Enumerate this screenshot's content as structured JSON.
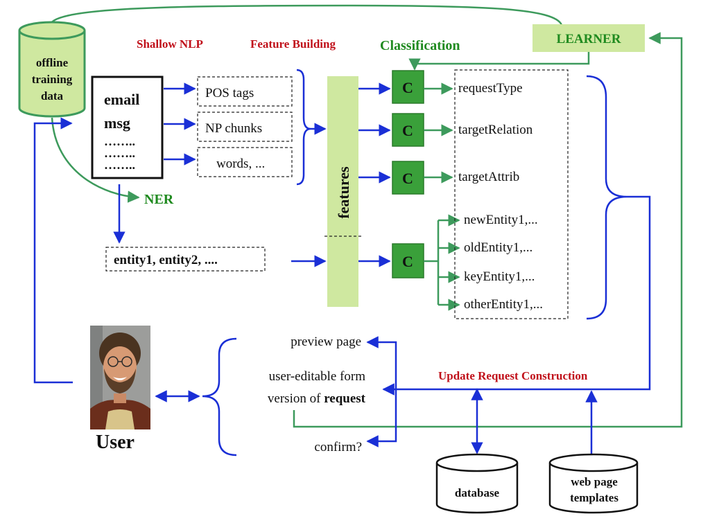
{
  "stages": {
    "shallow_nlp": "Shallow NLP",
    "feature_building": "Feature Building",
    "classification": "Classification"
  },
  "learner": "LEARNER",
  "offline_db": [
    "offline",
    "training",
    "data"
  ],
  "email": {
    "line1": "email",
    "line2": "msg",
    "dots": [
      "……..",
      "……..",
      "…….."
    ]
  },
  "nlp_outputs": [
    "POS tags",
    "NP chunks",
    "words, ..."
  ],
  "ner_label": "NER",
  "entities": "entity1, entity2, ....",
  "features_label": "features",
  "classifier_label": "C",
  "outputs": {
    "request_type": "requestType",
    "target_relation": "targetRelation",
    "target_attrib": "targetAttrib",
    "entities": [
      "newEntity1,...",
      "oldEntity1,...",
      "keyEntity1,...",
      "otherEntity1,..."
    ]
  },
  "user_label": "User",
  "user_options": {
    "preview": "preview page",
    "form_line1": "user-editable form",
    "form_line2_prefix": "version of ",
    "form_line2_bold": "request",
    "confirm": "confirm?"
  },
  "update_label": "Update Request Construction",
  "database": "database",
  "web_templates": [
    "web page",
    "templates"
  ],
  "colors": {
    "blue": "#1a2fd6",
    "green": "#3d9a5c",
    "red": "#c0101a",
    "lightgreen": "#cfe8a0",
    "classifier": "#3aa03a",
    "darkgreen": "#1f8a1f"
  }
}
